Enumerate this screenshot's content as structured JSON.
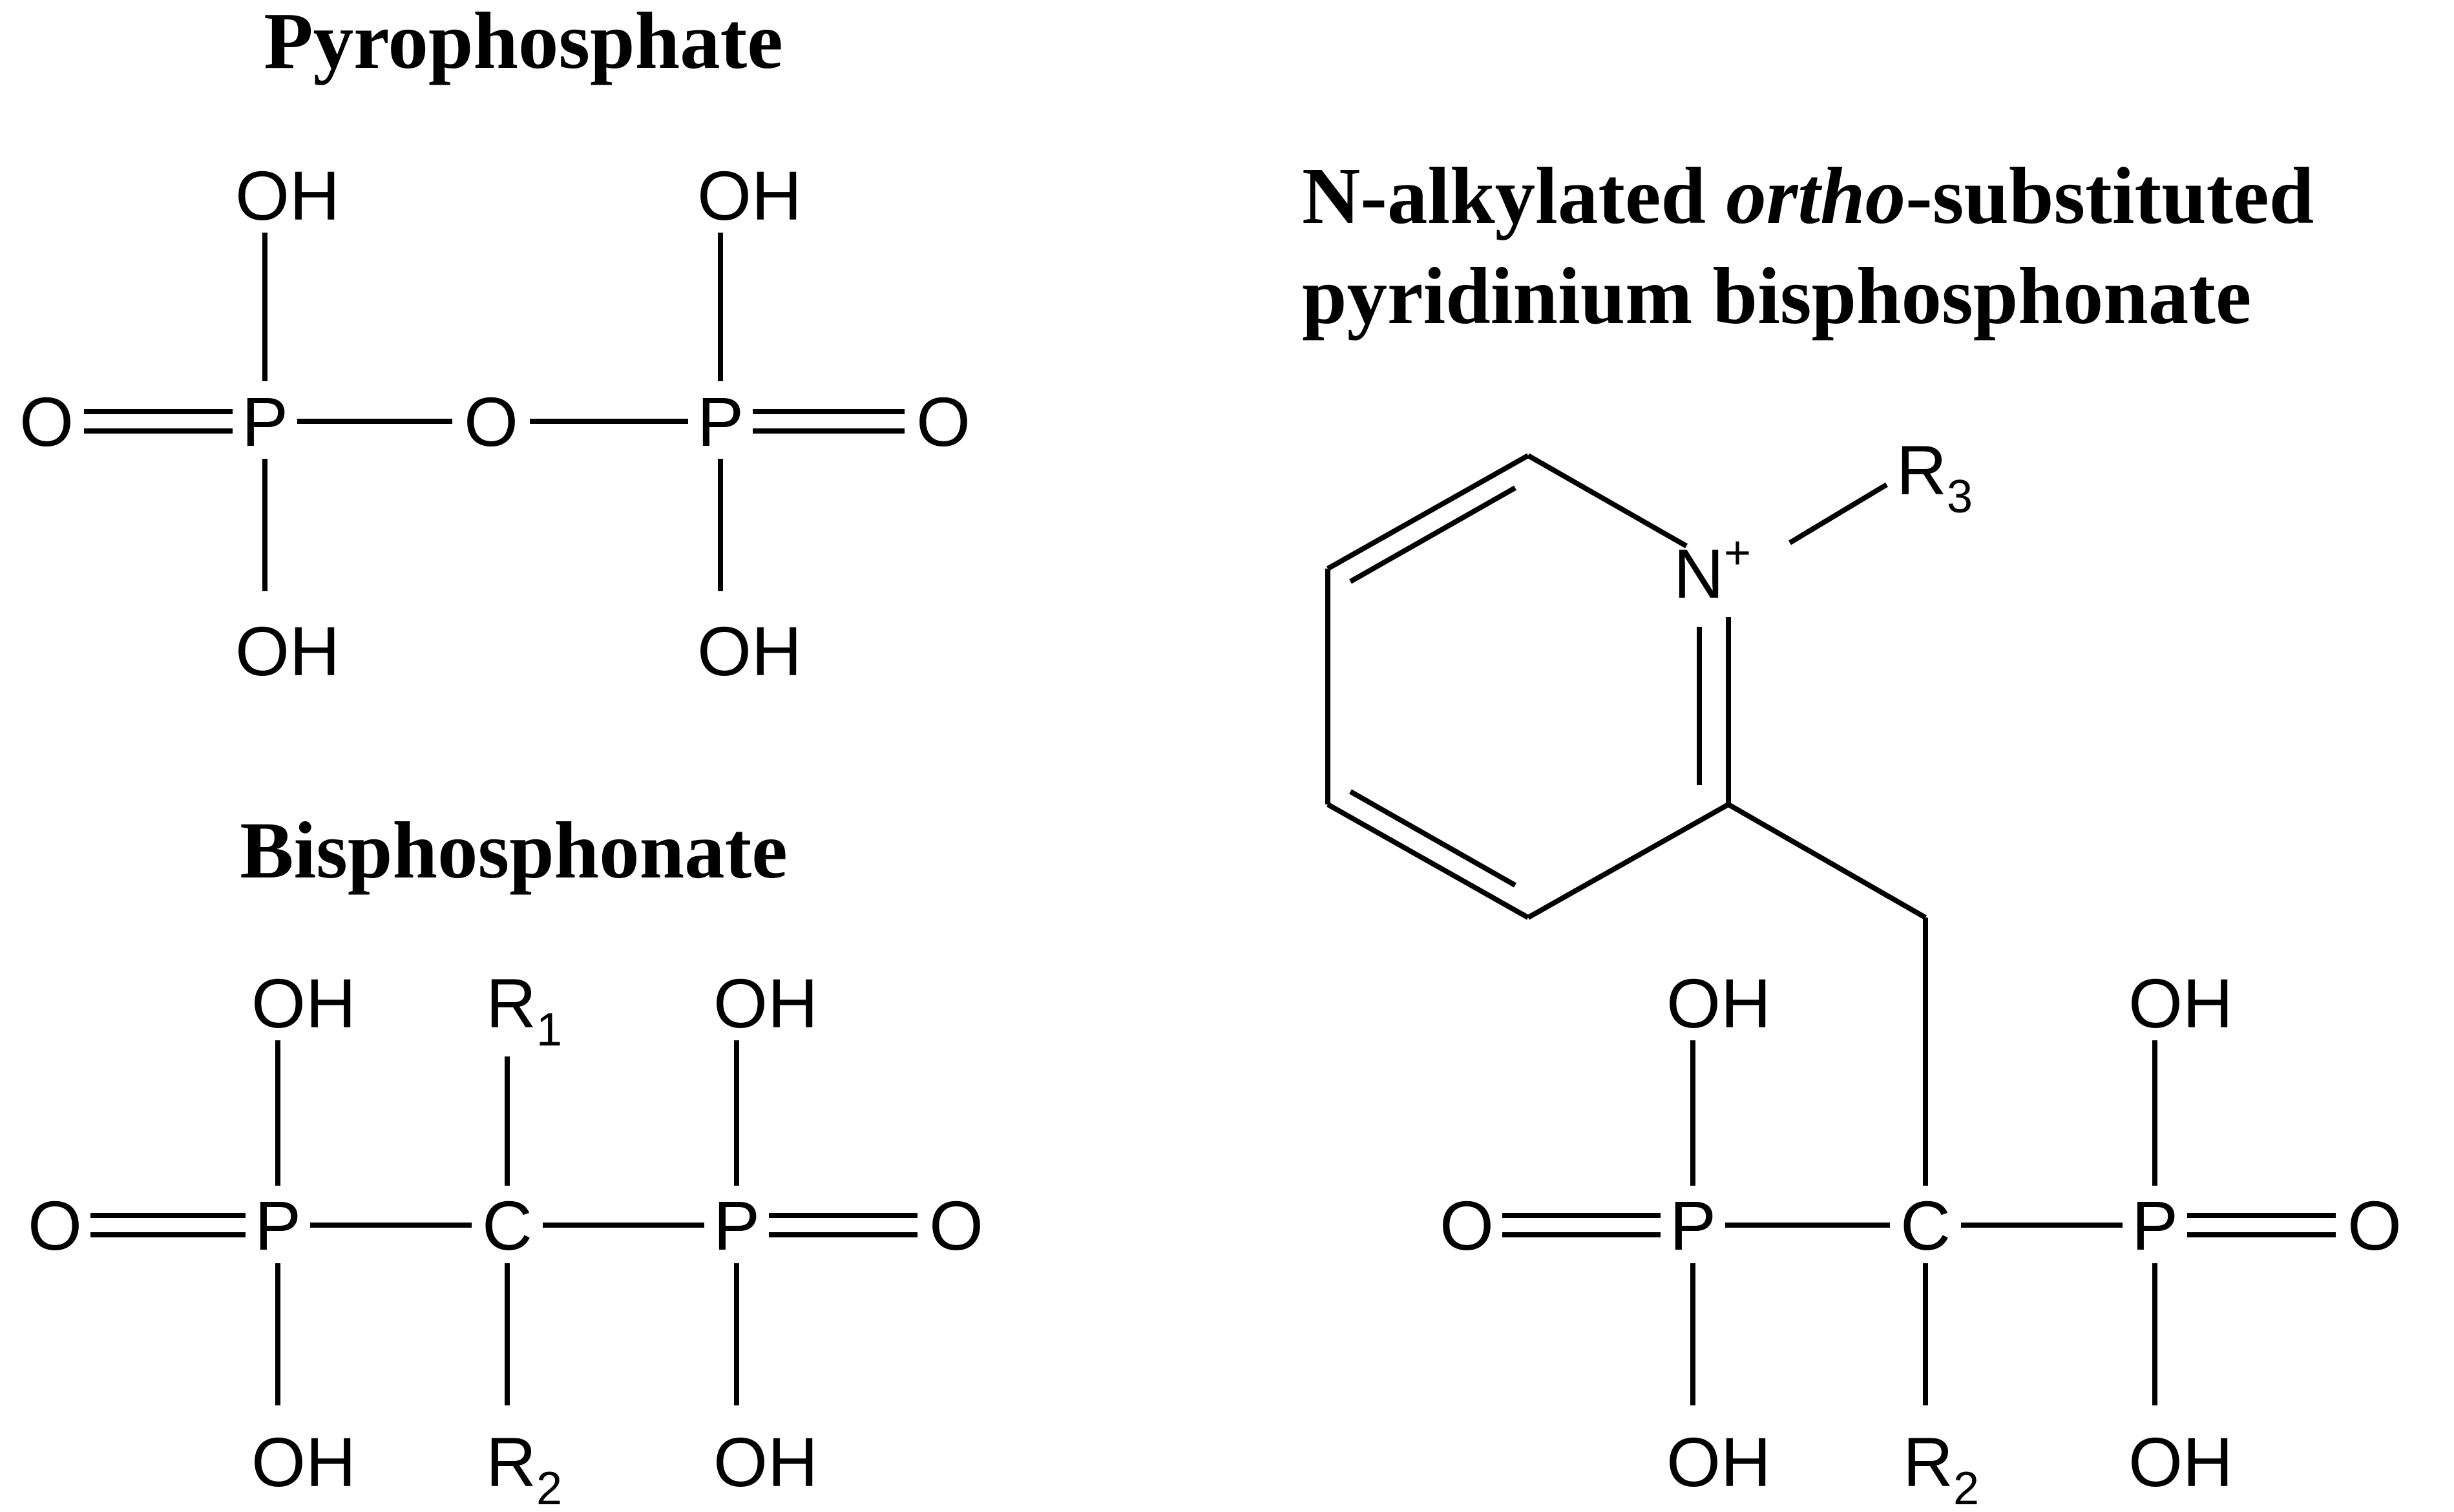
{
  "titles": {
    "pyrophosphate": "Pyrophosphate",
    "bisphosphonate": "Bisphosphonate",
    "pyridinium_prefix": "N-alkylated ",
    "pyridinium_italic": "ortho",
    "pyridinium_suffix": "-substituted",
    "pyridinium_line2": "pyridinium bisphosphonate"
  },
  "atoms": {
    "O": "O",
    "P": "P",
    "C": "C",
    "N": "N",
    "OH": "OH",
    "R": "R",
    "plus": "+",
    "r1_sub": "1",
    "r2_sub": "2",
    "r3_sub": "3"
  },
  "colors": {
    "ink": "#000000",
    "background": "#ffffff"
  }
}
